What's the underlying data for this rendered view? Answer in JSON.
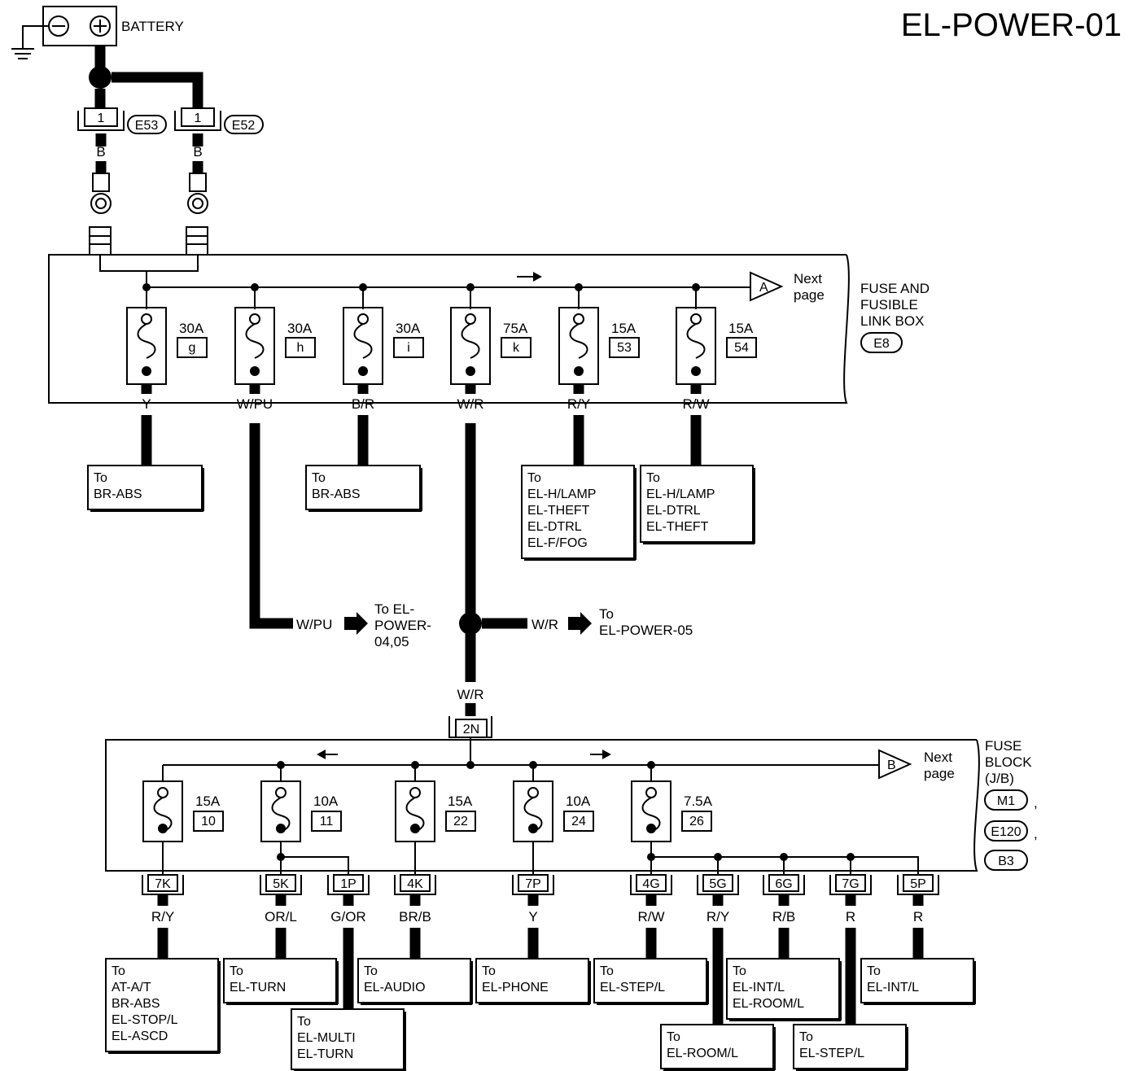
{
  "title": "EL-POWER-01",
  "battery": {
    "label": "BATTERY",
    "minus": "−",
    "plus": "+"
  },
  "battery_connectors": [
    {
      "pin": "1",
      "id": "E53",
      "wire": "B"
    },
    {
      "pin": "1",
      "id": "E52",
      "wire": "B"
    }
  ],
  "fusible_box": {
    "name_lines": [
      "FUSE AND",
      "FUSIBLE",
      "LINK BOX"
    ],
    "connector": "E8",
    "next_marker": "A",
    "next_text": [
      "Next",
      "page"
    ],
    "fuses": [
      {
        "rating": "30A",
        "id": "g",
        "wire": "Y",
        "dest": [
          "To",
          "BR-ABS"
        ]
      },
      {
        "rating": "30A",
        "id": "h",
        "wire": "W/PU",
        "dest": []
      },
      {
        "rating": "30A",
        "id": "i",
        "wire": "B/R",
        "dest": [
          "To",
          "BR-ABS"
        ]
      },
      {
        "rating": "75A",
        "id": "k",
        "wire": "W/R",
        "dest": []
      },
      {
        "rating": "15A",
        "id": "53",
        "wire": "R/Y",
        "dest": [
          "To",
          "EL-H/LAMP",
          "EL-THEFT",
          "EL-DTRL",
          "EL-F/FOG"
        ]
      },
      {
        "rating": "15A",
        "id": "54",
        "wire": "R/W",
        "dest": [
          "To",
          "EL-H/LAMP",
          "EL-DTRL",
          "EL-THEFT"
        ]
      }
    ]
  },
  "branch_wpu": {
    "wire": "W/PU",
    "dest": [
      "To EL-",
      "POWER-",
      "04,05"
    ]
  },
  "branch_wr": {
    "wire": "W/R",
    "dest": [
      "To",
      "EL-POWER-05"
    ]
  },
  "trunk_wr": {
    "wire": "W/R",
    "connector": "2N"
  },
  "fuse_block": {
    "name_lines": [
      "FUSE",
      "BLOCK",
      "(J/B)"
    ],
    "connectors": [
      "M1",
      "E120",
      "B3"
    ],
    "next_marker": "B",
    "next_text": [
      "Next",
      "page"
    ],
    "fuses": [
      {
        "rating": "15A",
        "id": "10"
      },
      {
        "rating": "10A",
        "id": "11"
      },
      {
        "rating": "15A",
        "id": "22"
      },
      {
        "rating": "10A",
        "id": "24"
      },
      {
        "rating": "7.5A",
        "id": "26"
      }
    ],
    "outputs": [
      {
        "conn": "7K",
        "wire": "R/Y",
        "dest": [
          "To",
          "AT-A/T",
          "BR-ABS",
          "EL-STOP/L",
          "EL-ASCD"
        ]
      },
      {
        "conn": "5K",
        "wire": "OR/L",
        "dest": [
          "To",
          "EL-TURN"
        ]
      },
      {
        "conn": "1P",
        "wire": "G/OR",
        "dest": [
          "To",
          "EL-MULTI",
          "EL-TURN"
        ]
      },
      {
        "conn": "4K",
        "wire": "BR/B",
        "dest": [
          "To",
          "EL-AUDIO"
        ]
      },
      {
        "conn": "7P",
        "wire": "Y",
        "dest": [
          "To",
          "EL-PHONE"
        ]
      },
      {
        "conn": "4G",
        "wire": "R/W",
        "dest": [
          "To",
          "EL-STEP/L"
        ]
      },
      {
        "conn": "5G",
        "wire": "R/Y",
        "dest": [
          "To",
          "EL-ROOM/L"
        ]
      },
      {
        "conn": "6G",
        "wire": "R/B",
        "dest": [
          "To",
          "EL-INT/L",
          "EL-ROOM/L"
        ]
      },
      {
        "conn": "7G",
        "wire": "R",
        "dest": [
          "To",
          "EL-STEP/L"
        ]
      },
      {
        "conn": "5P",
        "wire": "R",
        "dest": [
          "To",
          "EL-INT/L"
        ]
      }
    ]
  }
}
